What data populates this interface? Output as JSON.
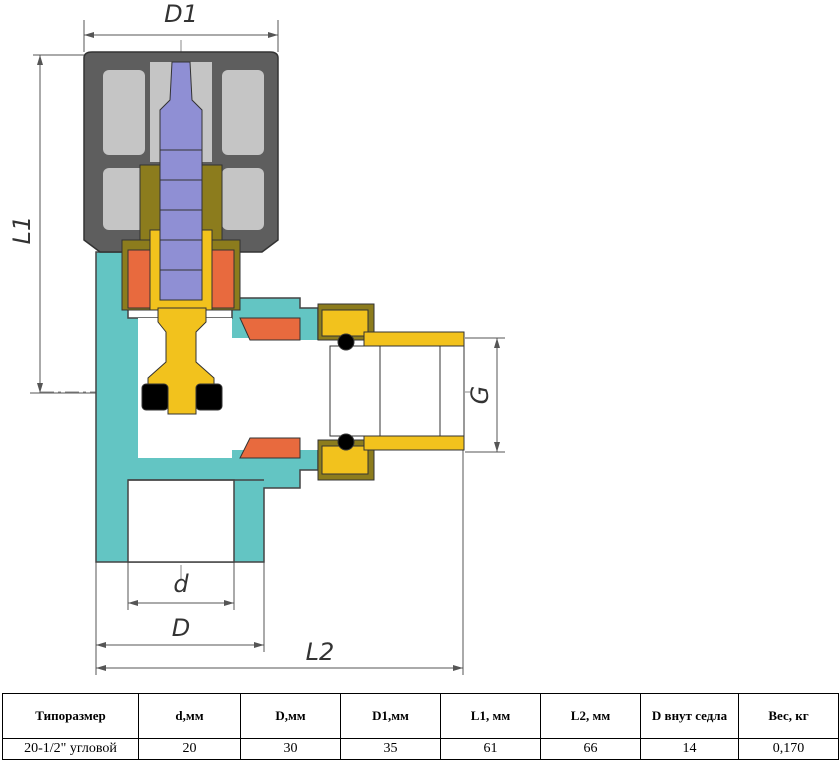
{
  "drawing": {
    "dimensions": {
      "d1": "D1",
      "l1": "L1",
      "g": "G",
      "d_small": "d",
      "d_big": "D",
      "l2": "L2"
    },
    "colors": {
      "body": "#63c5c3",
      "handle": "#5e5e5e",
      "handle_light": "#c5c5c5",
      "stem": "#8f8fd4",
      "brass": "#f2c21d",
      "orange": "#e86a3e",
      "olive": "#8c7c1d",
      "seal": "#000000",
      "line": "#444444"
    }
  },
  "table": {
    "headers": [
      "Типоразмер",
      "d,мм",
      "D,мм",
      "D1,мм",
      "L1, мм",
      "L2, мм",
      "D внут седла",
      "Вес, кг"
    ],
    "rows": [
      [
        "20-1/2\" угловой",
        "20",
        "30",
        "35",
        "61",
        "66",
        "14",
        "0,170"
      ]
    ]
  }
}
